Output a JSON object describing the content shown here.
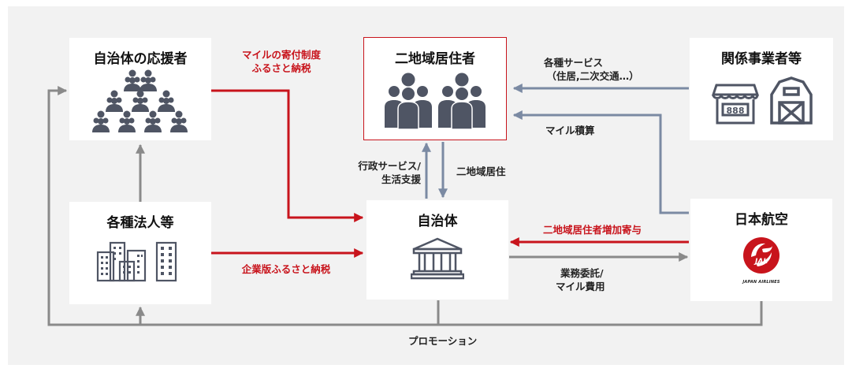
{
  "nodes": {
    "supporters": {
      "title": "自治体の応援者"
    },
    "dual_residents": {
      "title": "二地域居住者"
    },
    "businesses": {
      "title": "関係事業者等"
    },
    "corporations": {
      "title": "各種法人等"
    },
    "municipality": {
      "title": "自治体"
    },
    "jal": {
      "title": "日本航空",
      "logo_text": "JAL",
      "logo_subtext": "JAPAN AIRLINES"
    }
  },
  "edges": {
    "mile_donation": {
      "line1": "マイルの寄付制度",
      "line2": "ふるさと納税"
    },
    "corporate_furusato": {
      "label": "企業版ふるさと納税"
    },
    "services": {
      "line1": "各種サービス",
      "line2": "（住居,二次交通…）"
    },
    "mile_settlement": {
      "label": "マイル積算"
    },
    "admin_services": {
      "line1": "行政サービス/",
      "line2": "生活支援"
    },
    "dual_residence": {
      "label": "二地域居住"
    },
    "increase_contribution": {
      "label": "二地域居住者増加寄与"
    },
    "outsourcing": {
      "line1": "業務委託/",
      "line2": "マイル費用"
    },
    "promotion": {
      "label": "プロモーション"
    }
  },
  "colors": {
    "red": "#c8141c",
    "gray_arrow": "#8a8a8a",
    "blue_gray_arrow": "#7b8aa3",
    "icon": "#4f5564",
    "background": "#f2f2f2"
  }
}
